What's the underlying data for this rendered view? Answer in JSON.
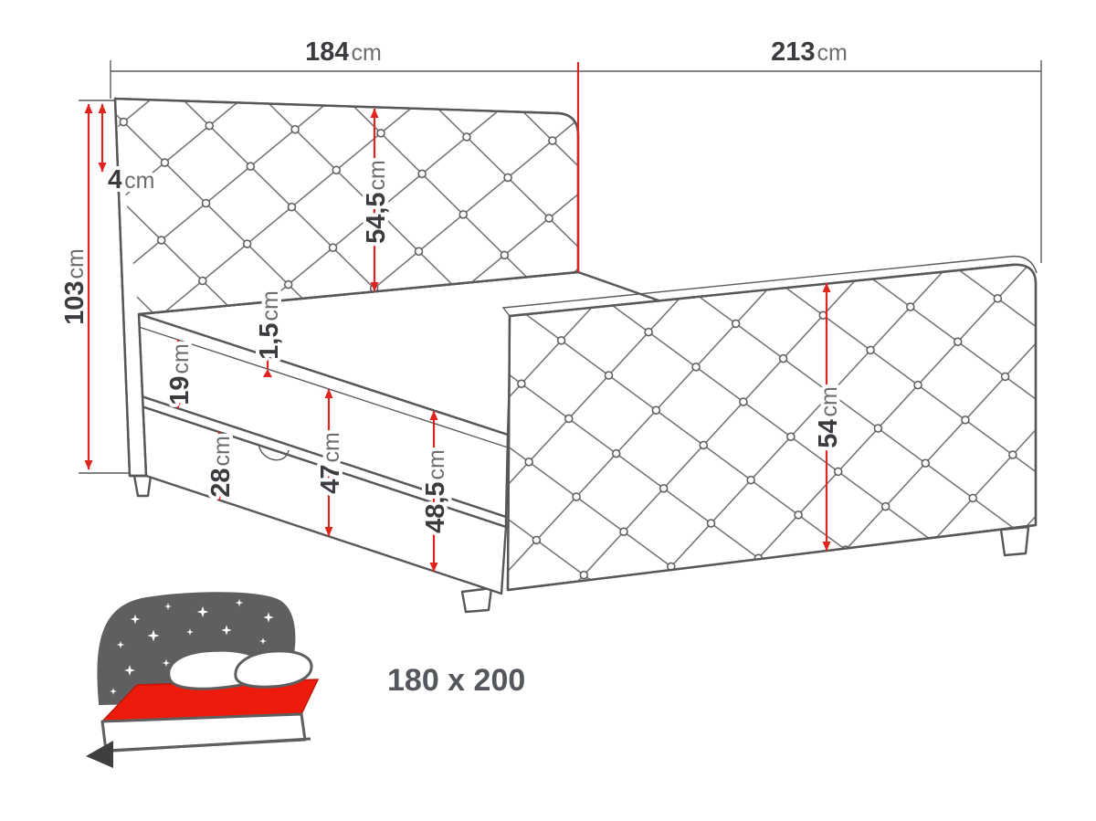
{
  "title": "Bed dimension diagram",
  "dims": {
    "head_width": {
      "value": "184",
      "unit": "cm"
    },
    "bed_length": {
      "value": "213",
      "unit": "cm"
    },
    "top_gap": {
      "value": "4",
      "unit": "cm"
    },
    "total_height": {
      "value": "103",
      "unit": "cm"
    },
    "headboard_above": {
      "value": "54,5",
      "unit": "cm"
    },
    "mattress_height": {
      "value": "19",
      "unit": "cm"
    },
    "topper_seam": {
      "value": "1,5",
      "unit": "cm"
    },
    "base_height": {
      "value": "28",
      "unit": "cm"
    },
    "mattress_plus_base": {
      "value": "47",
      "unit": "cm"
    },
    "side_total": {
      "value": "48,5",
      "unit": "cm"
    },
    "footboard_height": {
      "value": "54",
      "unit": "cm"
    }
  },
  "badge": {
    "size": "180 x 200"
  },
  "colors": {
    "dimension_red": "#e0231e",
    "outline_gray": "#57575a",
    "label_dark": "#3b3c3f",
    "unit_gray": "#6b6d70",
    "icon_red": "#ed1b0b",
    "icon_gray": "#5f5f62"
  }
}
